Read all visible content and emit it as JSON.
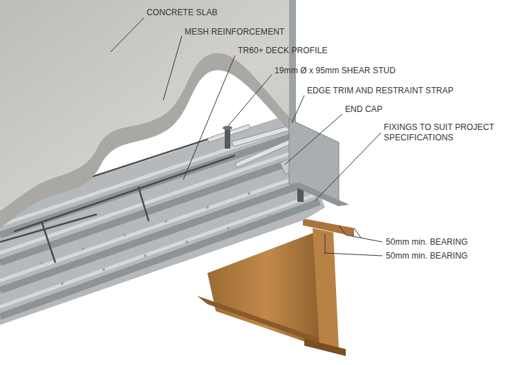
{
  "diagram": {
    "labels": [
      "CONCRETE SLAB",
      "MESH REINFORCEMENT",
      "TR60+ DECK PROFILE",
      "19mm Ø x 95mm SHEAR STUD",
      "EDGE TRIM AND RESTRAINT STRAP",
      "END CAP",
      "FIXINGS TO SUIT PROJECT SPECIFICATIONS",
      "50mm min. BEARING",
      "50mm min. BEARING"
    ]
  }
}
